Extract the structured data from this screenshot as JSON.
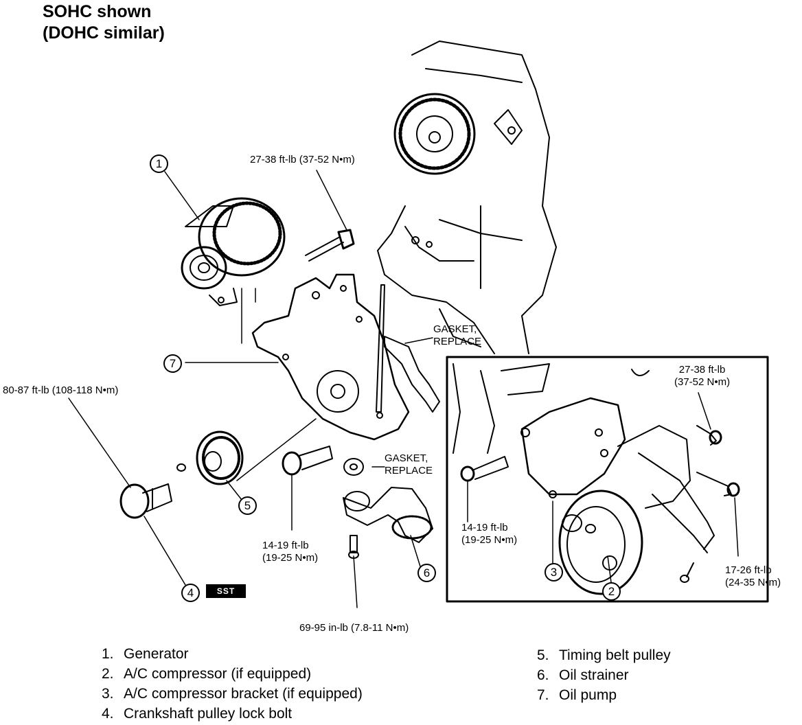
{
  "title": {
    "line1": "SOHC shown",
    "line2": "(DOHC similar)"
  },
  "callouts": {
    "c1": "1",
    "c2": "2",
    "c3": "3",
    "c4": "4",
    "c5": "5",
    "c6": "6",
    "c7": "7"
  },
  "sst_label": "SST",
  "torque": {
    "generator_bolt": "27-38 ft-lb (37-52 N•m)",
    "crank_bolt": "80-87 ft-lb (108-118 N•m)",
    "pump_bolt_line1": "14-19 ft-lb",
    "pump_bolt_line2": "(19-25 N•m)",
    "strainer_bolt": "69-95 in-lb (7.8-11 N•m)",
    "ac_upper_line1": "27-38 ft-lb",
    "ac_upper_line2": "(37-52 N•m)",
    "ac_left_line1": "14-19 ft-lb",
    "ac_left_line2": "(19-25 N•m)",
    "ac_right_line1": "17-26 ft-lb",
    "ac_right_line2": "(24-35 N•m)"
  },
  "gasket1": {
    "line1": "GASKET,",
    "line2": "REPLACE"
  },
  "gasket2": {
    "line1": "GASKET,",
    "line2": "REPLACE"
  },
  "legend_left": [
    {
      "num": "1.",
      "text": "Generator"
    },
    {
      "num": "2.",
      "text": "A/C compressor (if equipped)"
    },
    {
      "num": "3.",
      "text": "A/C compressor bracket (if equipped)"
    },
    {
      "num": "4.",
      "text": "Crankshaft pulley lock bolt"
    }
  ],
  "legend_right": [
    {
      "num": "5.",
      "text": "Timing belt pulley"
    },
    {
      "num": "6.",
      "text": "Oil strainer"
    },
    {
      "num": "7.",
      "text": "Oil pump"
    }
  ]
}
